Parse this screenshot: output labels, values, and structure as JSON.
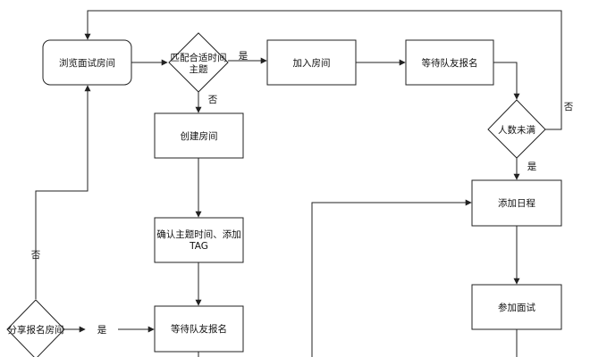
{
  "nodes": {
    "browse": "浏览面试房间",
    "match_line1": "匹配合适时间",
    "match_line2": "主题",
    "join": "加入房间",
    "wait1": "等待队友报名",
    "notfull": "人数未满",
    "create": "创建房间",
    "confirm_line1": "确认主题时间、添加",
    "confirm_line2": "TAG",
    "share": "分享报名房间",
    "wait2": "等待队友报名",
    "schedule": "添加日程",
    "interview": "参加面试"
  },
  "edges": {
    "yes": "是",
    "no": "否"
  }
}
